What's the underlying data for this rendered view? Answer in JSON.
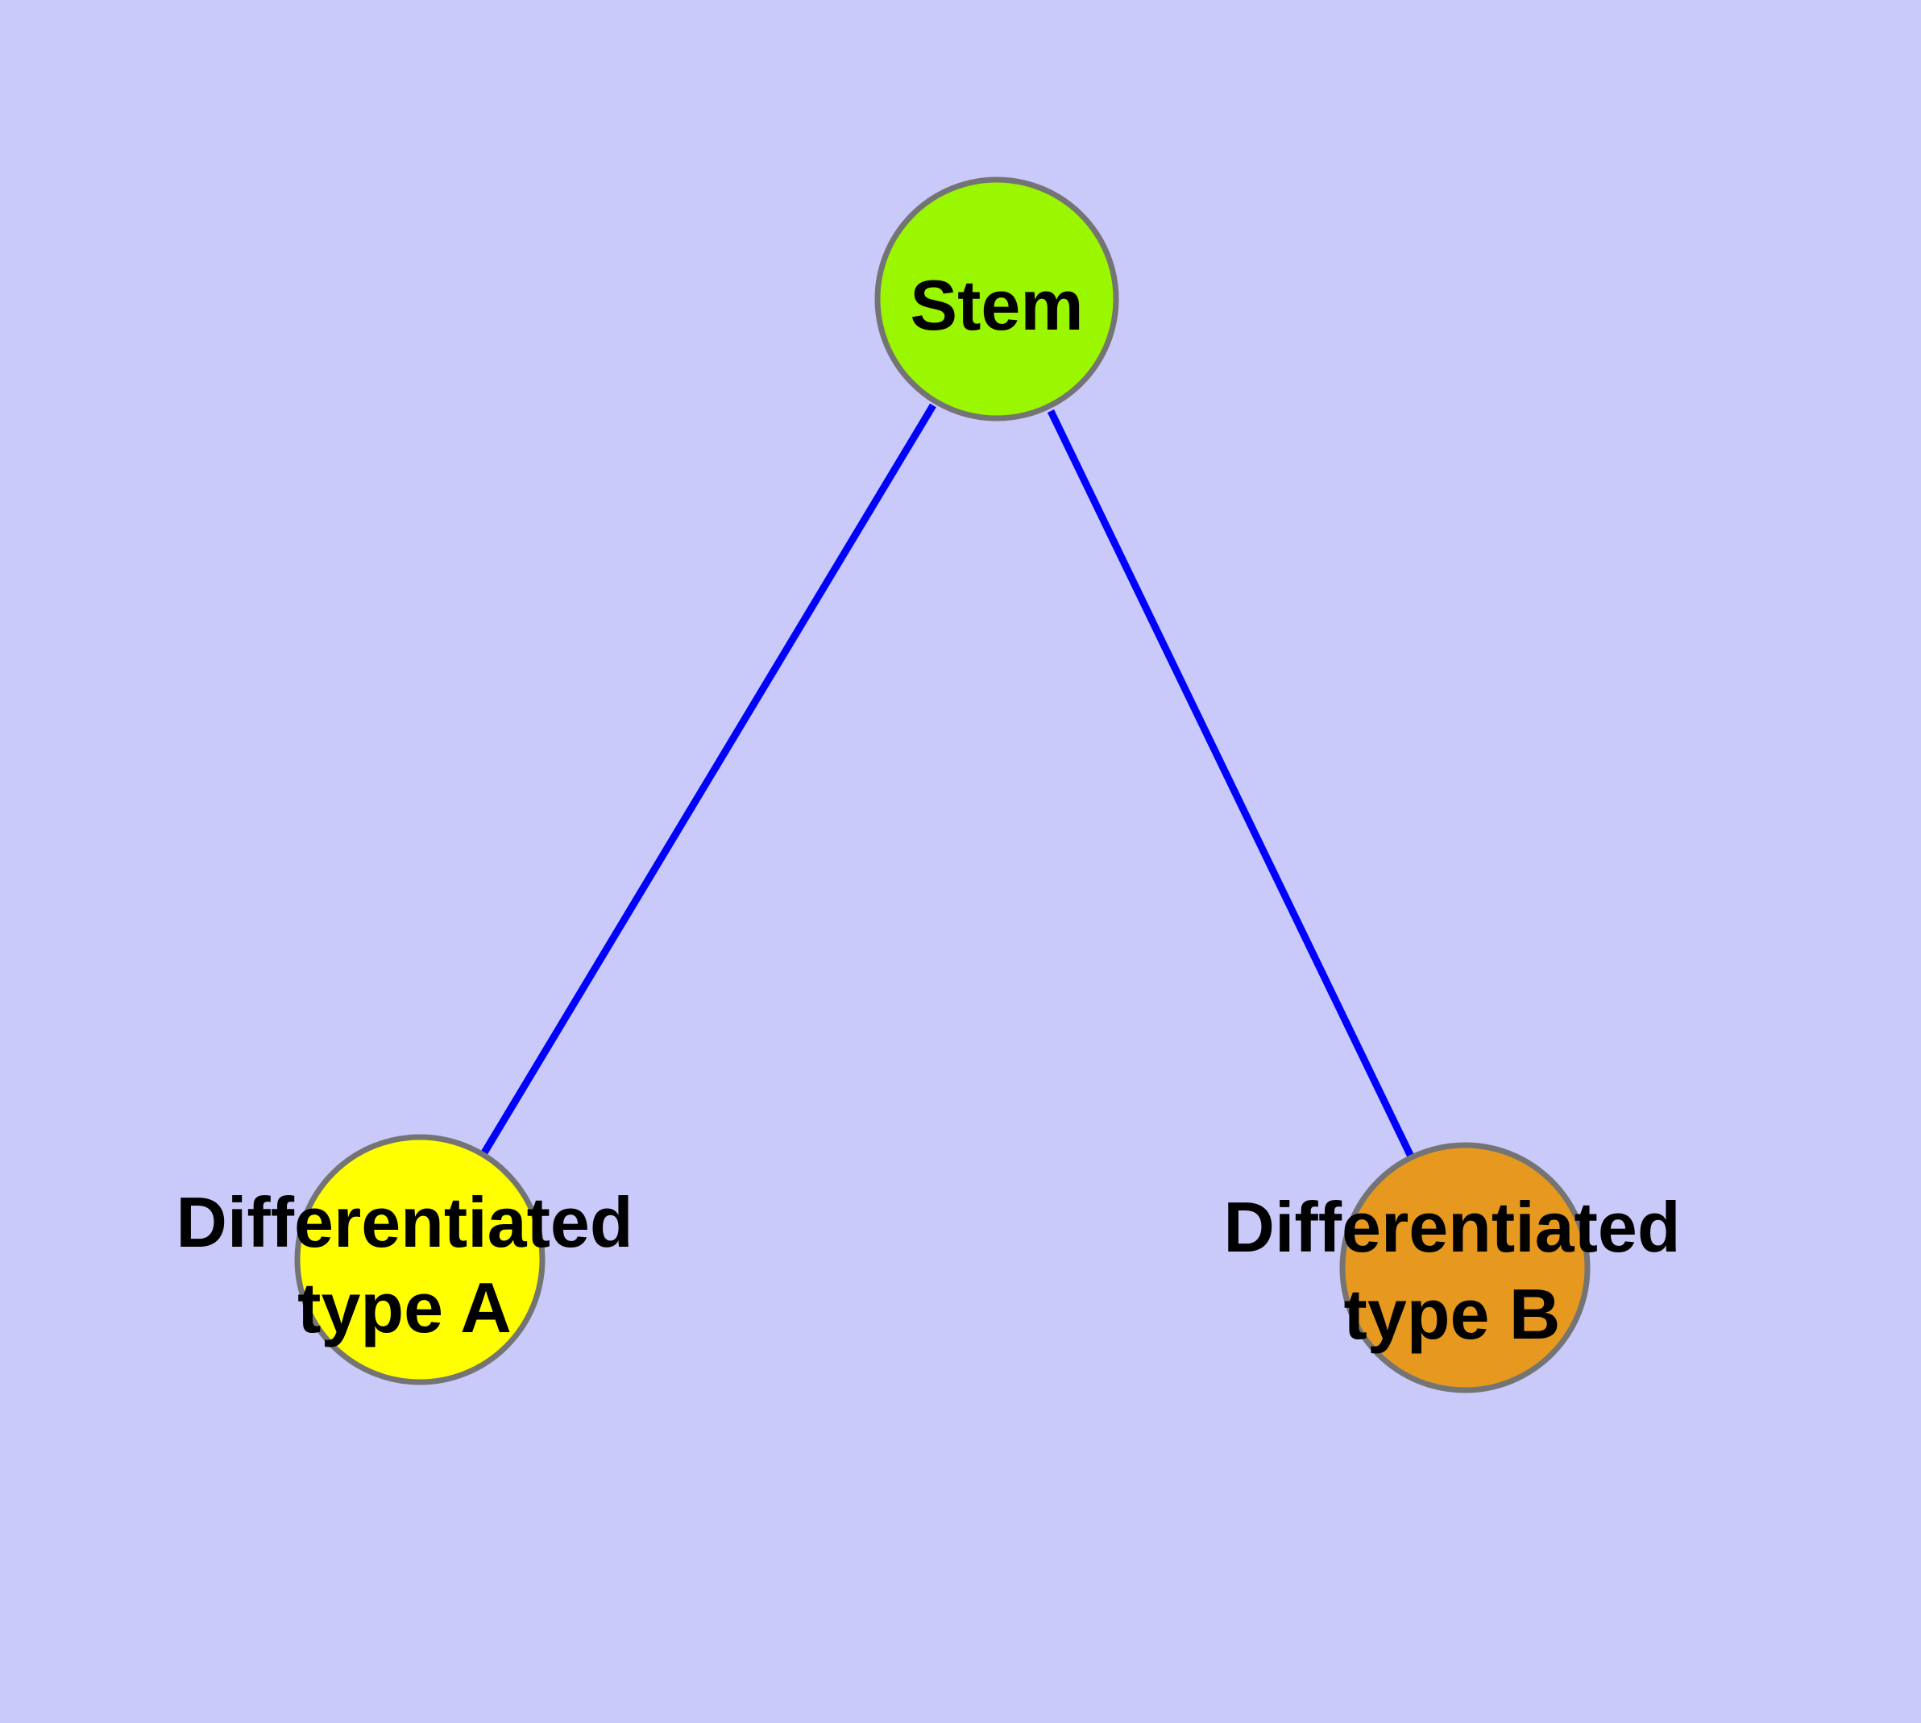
{
  "diagram": {
    "background_color": "#C9C9FA",
    "edge_color": "#0000FF",
    "node_border_color": "#747474",
    "text_color": "#000000",
    "nodes": {
      "stem": {
        "label": "Stem",
        "fill_color": "#9AF700"
      },
      "type_a": {
        "label": "Differentiated type A",
        "label_line1": "Differentiated",
        "label_line2": "type A",
        "fill_color": "#FFFF00"
      },
      "type_b": {
        "label": "Differentiated type B",
        "label_line1": "Differentiated",
        "label_line2": "type B",
        "fill_color": "#E6991E"
      }
    },
    "edges": [
      {
        "from": "Stem",
        "to": "Differentiated type A"
      },
      {
        "from": "Stem",
        "to": "Differentiated type B"
      }
    ]
  }
}
